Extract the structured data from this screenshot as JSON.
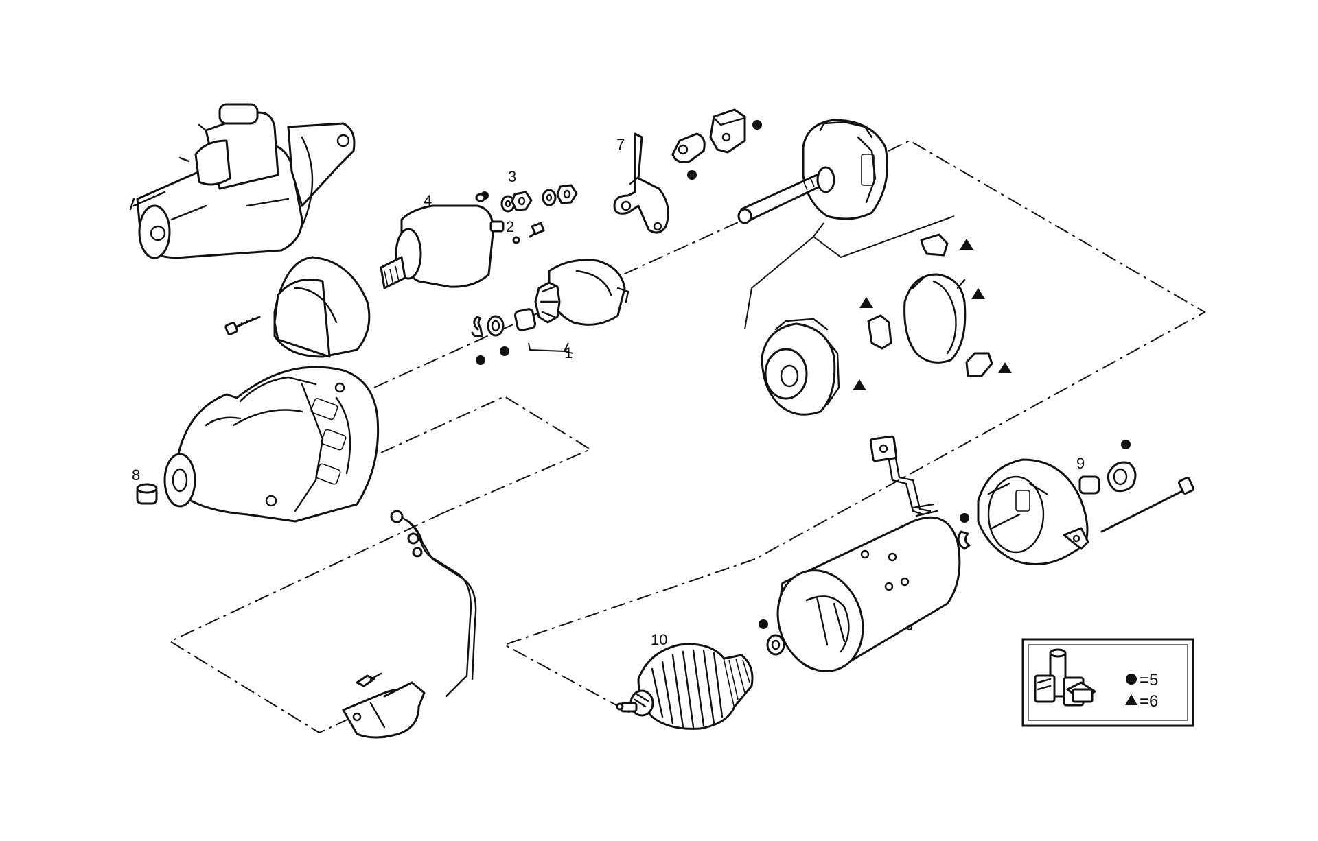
{
  "diagram": {
    "callouts": {
      "c1": "1",
      "c2": "2",
      "c3": "3",
      "c4": "4",
      "c7": "7",
      "c8": "8",
      "c9": "9",
      "c10": "10"
    },
    "legend": {
      "dot_label": "=5",
      "triangle_label": "=6"
    }
  }
}
